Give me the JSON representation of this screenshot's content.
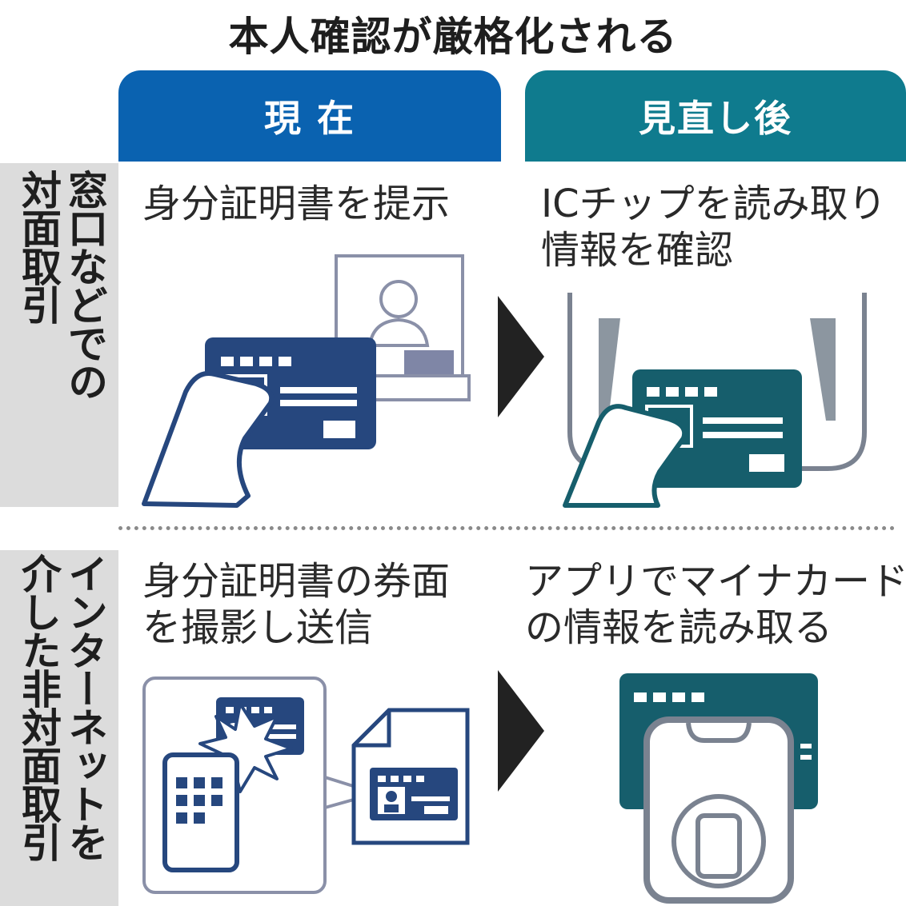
{
  "title": "本人確認が厳格化される",
  "columns": {
    "current": "現 在",
    "after": "見直し後"
  },
  "rows": {
    "counter": {
      "label_line1": "窓口などでの",
      "label_line2": "対面取引",
      "current_text": "身分証明書を提示",
      "after_text_line1": "ICチップを読み取り",
      "after_text_line2": "情報を確認"
    },
    "online": {
      "label_line1": "インターネットを",
      "label_line2": "介した非対面取引",
      "current_text_line1": "身分証明書の券面",
      "current_text_line2": "を撮影し送信",
      "after_text_line1": "アプリでマイナカード",
      "after_text_line2": "の情報を読み取る"
    }
  },
  "colors": {
    "current_header": "#0a62b0",
    "after_header": "#0f7b8e",
    "card_blue": "#26477e",
    "card_teal": "#165e6c",
    "row_label_bg": "#dcdcdc",
    "arrow": "#222222"
  }
}
